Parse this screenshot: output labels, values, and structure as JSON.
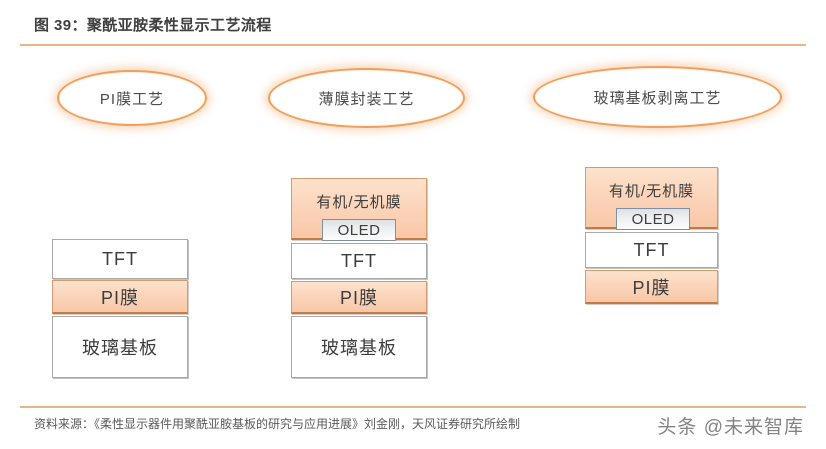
{
  "header": {
    "title": "图 39：聚酰亚胺柔性显示工艺流程"
  },
  "process_steps": [
    {
      "label": "PI膜工艺"
    },
    {
      "label": "薄膜封装工艺"
    },
    {
      "label": "玻璃基板剥离工艺"
    }
  ],
  "stacks": [
    {
      "name": "pi-film-process-stack",
      "layers": [
        {
          "label": "TFT",
          "fill": "white"
        },
        {
          "label": "PI膜",
          "fill": "peach"
        },
        {
          "label": "玻璃基板",
          "fill": "white"
        }
      ]
    },
    {
      "name": "thin-film-encapsulation-stack",
      "layers": [
        {
          "label": "有机/无机膜",
          "fill": "peach",
          "inset": "OLED"
        },
        {
          "label": "TFT",
          "fill": "white"
        },
        {
          "label": "PI膜",
          "fill": "peach"
        },
        {
          "label": "玻璃基板",
          "fill": "white"
        }
      ]
    },
    {
      "name": "glass-substrate-peel-stack",
      "layers": [
        {
          "label": "有机/无机膜",
          "fill": "peach",
          "inset": "OLED"
        },
        {
          "label": "TFT",
          "fill": "white"
        },
        {
          "label": "PI膜",
          "fill": "peach"
        }
      ]
    }
  ],
  "footer": {
    "source": "资料来源：《柔性显示器件用聚酰亚胺基板的研究与应用进展》刘金刚，天风证券研究所绘制",
    "watermark": "头条 @未来智库"
  },
  "colors": {
    "accent_rule": "#e8b584",
    "ellipse_border": "#f0a05a",
    "peach_fill": "#fbd5bb",
    "peach_border": "#c07b48",
    "white_fill": "#ffffff",
    "white_border": "#a9a9a9",
    "oled_border": "#7f8fa4",
    "text": "#3d3d3d"
  }
}
